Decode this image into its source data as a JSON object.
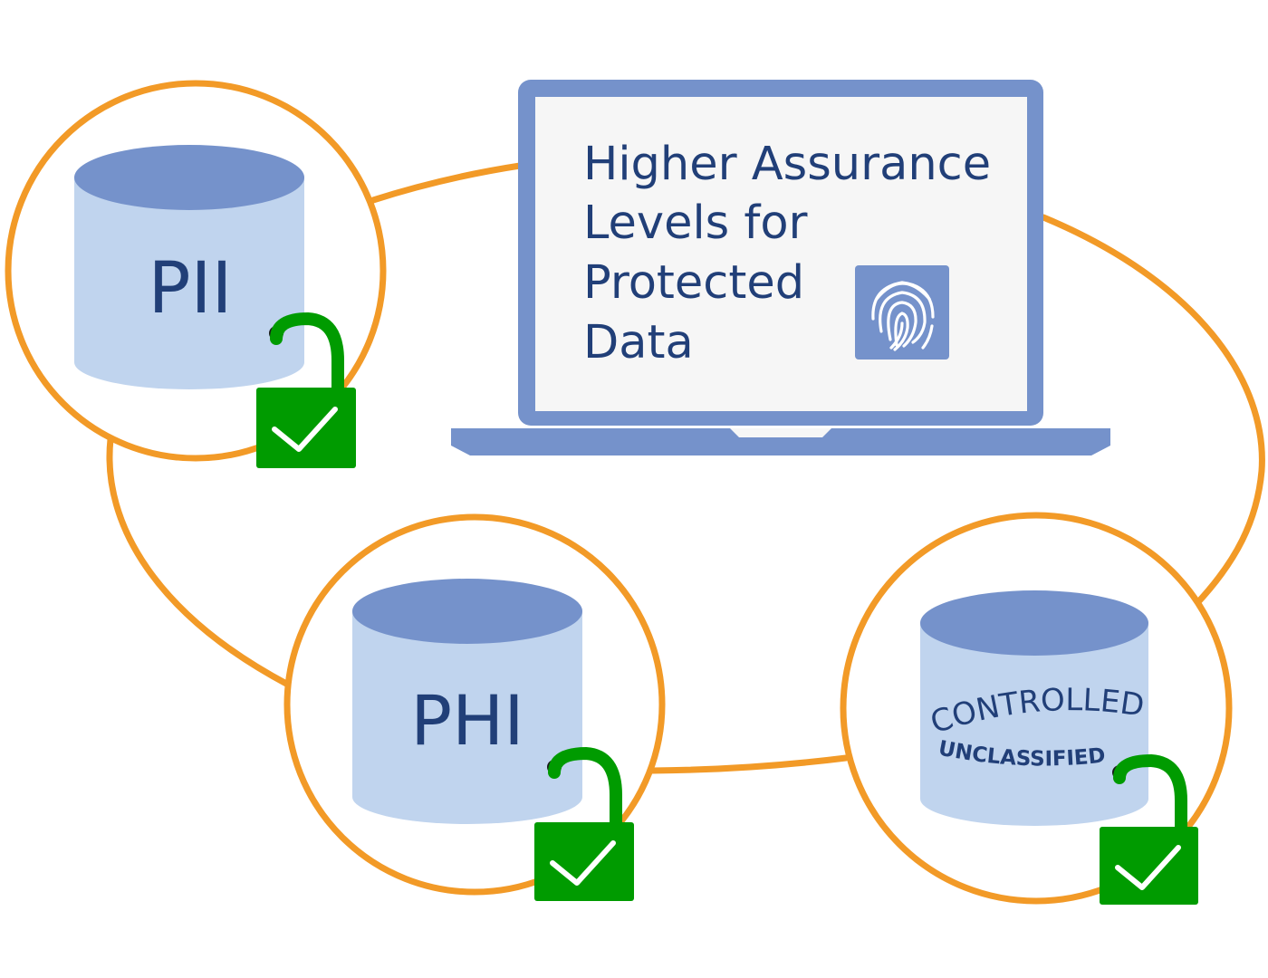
{
  "colors": {
    "ring": "#f29a27",
    "laptop_frame": "#7592cb",
    "screen": "#f6f6f6",
    "cylinder_top": "#7592cb",
    "cylinder_body": "#c0d4ee",
    "label": "#213f78",
    "lock": "#009b00",
    "check": "#ffffff"
  },
  "laptop": {
    "headline_lines": [
      "Higher Assurance",
      "Levels for",
      "Protected",
      "Data"
    ],
    "icon": "fingerprint-icon"
  },
  "nodes": {
    "pii": {
      "label": "PII",
      "lock_icon": "unlocked-padlock-check-icon"
    },
    "phi": {
      "label": "PHI",
      "lock_icon": "unlocked-padlock-check-icon"
    },
    "cui": {
      "label_top": "CONTROLLED",
      "label_bottom": "UNCLASSIFIED",
      "lock_icon": "unlocked-padlock-check-icon"
    }
  }
}
